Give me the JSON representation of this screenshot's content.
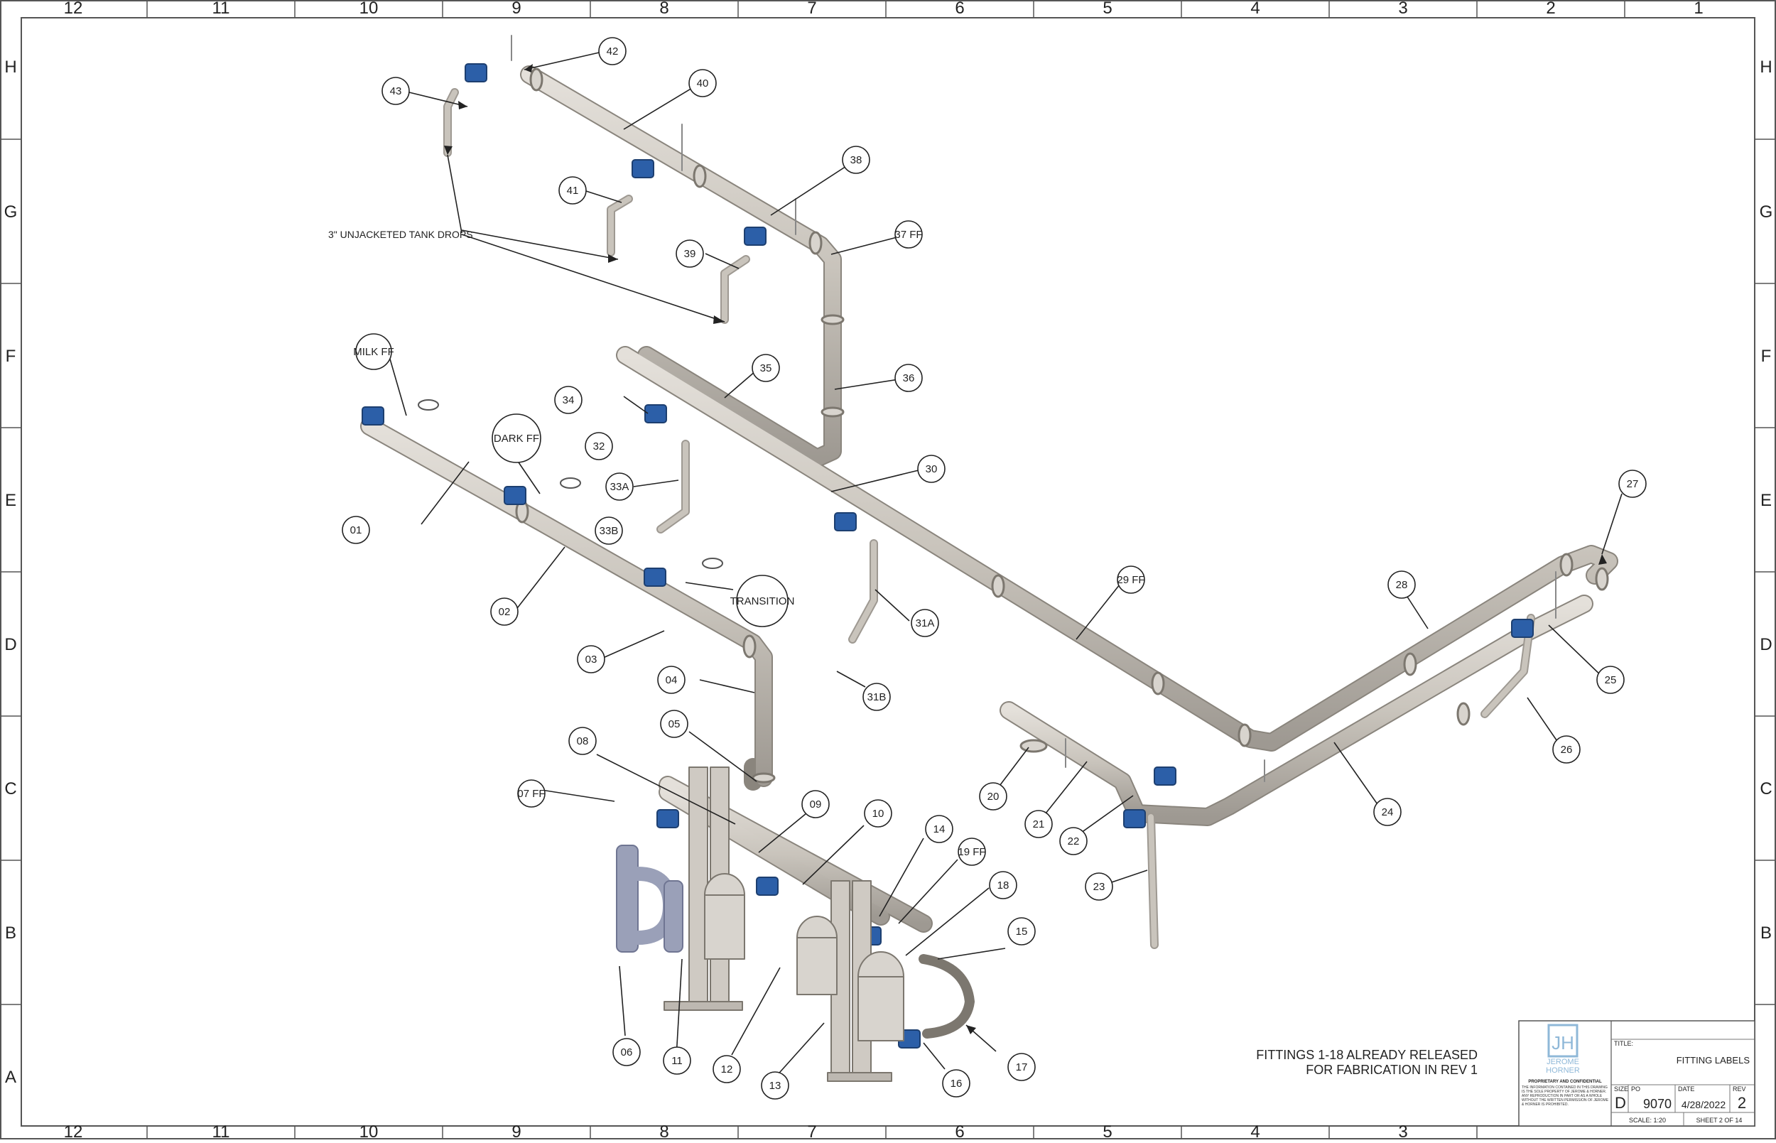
{
  "zones": {
    "columns": [
      "12",
      "11",
      "10",
      "9",
      "8",
      "7",
      "6",
      "5",
      "4",
      "3",
      "2",
      "1"
    ],
    "bottom_columns": [
      "12",
      "11",
      "10",
      "9",
      "8",
      "7",
      "6",
      "5",
      "4",
      "3"
    ],
    "rows": [
      "H",
      "G",
      "F",
      "E",
      "D",
      "C",
      "B",
      "A"
    ]
  },
  "balloons": {
    "b42": "42",
    "b43": "43",
    "b40": "40",
    "b41": "41",
    "b38": "38",
    "b37ff": "37 FF",
    "b39": "39",
    "b36": "36",
    "b35": "35",
    "b34": "34",
    "b32": "32",
    "b33a": "33A",
    "b33b": "33B",
    "b30": "30",
    "b31a": "31A",
    "b31b": "31B",
    "b29ff": "29 FF",
    "b28": "28",
    "b27": "27",
    "b25": "25",
    "b26": "26",
    "b24": "24",
    "b20": "20",
    "b21": "21",
    "b22": "22",
    "b23": "23",
    "milkff": "MILK FF",
    "darkff": "DARK FF",
    "b01": "01",
    "b02": "02",
    "b03": "03",
    "transition": "TRANSITION",
    "b04": "04",
    "b05": "05",
    "b08": "08",
    "b07ff": "07 FF",
    "b09": "09",
    "b10": "10",
    "b14": "14",
    "b19ff": "19 FF",
    "b18": "18",
    "b15": "15",
    "b17": "17",
    "b16": "16",
    "b13": "13",
    "b12": "12",
    "b11": "11",
    "b06": "06"
  },
  "notes": {
    "tank_drops": "3\" UNJACKETED TANK DROPS",
    "release_line1": "FITTINGS 1-18 ALREADY RELEASED",
    "release_line2": "FOR FABRICATION IN REV 1"
  },
  "title_block": {
    "logo_name_1": "JEROME",
    "logo_name_2": "HORNER",
    "proprietary": "PROPRIETARY AND CONFIDENTIAL",
    "disclaimer": "THE INFORMATION CONTAINED IN THIS DRAWING IS THE SOLE PROPERTY OF JEROME & HORNER. ANY REPRODUCTION IN PART OR AS A WHOLE WITHOUT THE WRITTEN PERMISSION OF JEROME & HORNER IS PROHIBITED.",
    "title_label": "TITLE:",
    "title": "FITTING LABELS",
    "size_label": "SIZE",
    "size": "D",
    "po_label": "PO",
    "po": "9070",
    "date_label": "DATE",
    "date": "4/28/2022",
    "rev_label": "REV",
    "rev": "2",
    "scale": "SCALE: 1:20",
    "sheet": "SHEET 2 OF 14"
  },
  "colors": {
    "pipe": "#c9c4bc",
    "pipe_edge": "#8a857d",
    "valve": "#2c5fa8",
    "tank": "#9aa0b8",
    "logo": "#8fb8d8"
  }
}
